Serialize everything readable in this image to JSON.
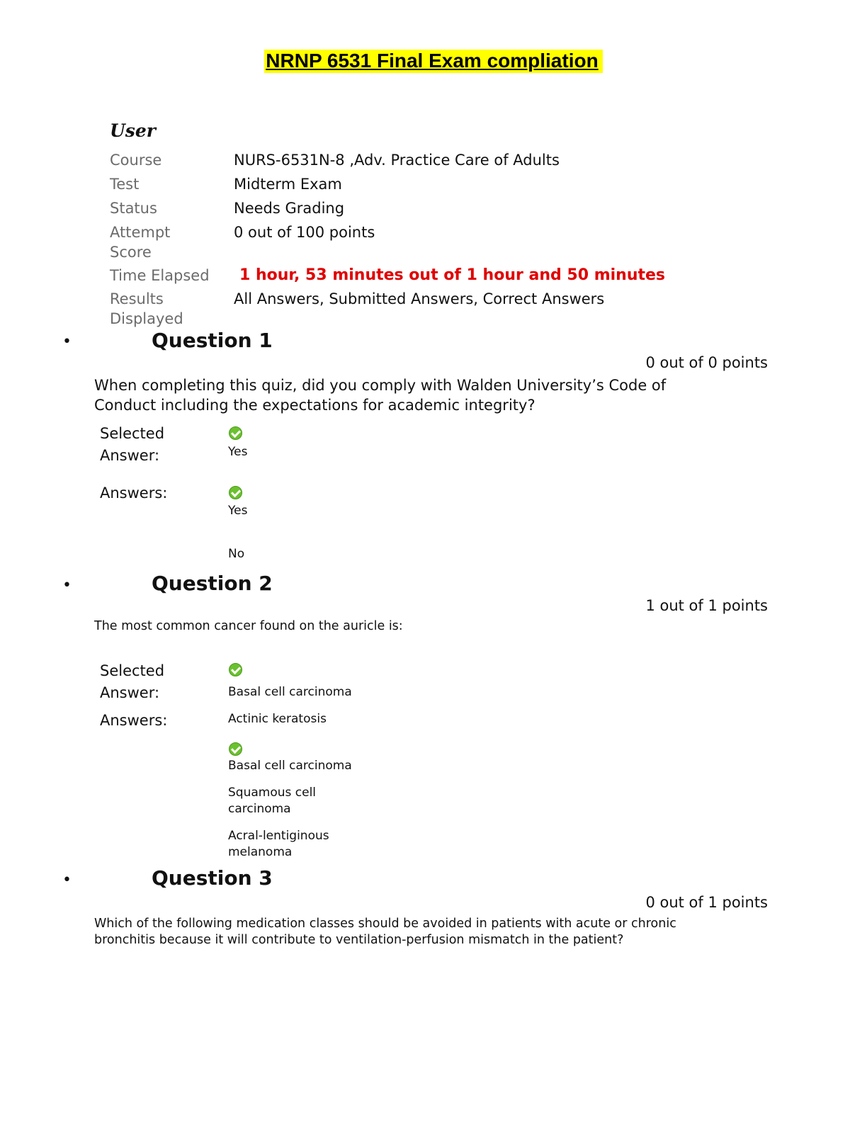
{
  "title": "NRNP 6531 Final Exam compliation",
  "user": {
    "heading": "User",
    "course_label": "Course",
    "course_value": "NURS-6531N-8 ,Adv. Practice Care of Adults",
    "test_label": "Test",
    "test_value": "Midterm Exam",
    "status_label": "Status",
    "status_value": "Needs Grading",
    "attempt_label": "Attempt Score",
    "attempt_value": "0 out of 100 points",
    "time_label": "Time Elapsed",
    "time_value": "1 hour, 53 minutes out of 1 hour and 50 minutes",
    "results_label": "Results Displayed",
    "results_value": "All Answers, Submitted Answers, Correct Answers"
  },
  "bullet": "•",
  "questions": [
    {
      "title": "Question 1",
      "points": "0 out of 0 points",
      "text": "When completing this quiz, did you comply with Walden University’s Code of Conduct including the expectations for academic integrity?",
      "selected_label": "Selected Answer:",
      "selected_answer": "Yes",
      "answers_label": "Answers:",
      "answers": [
        "Yes",
        "No"
      ]
    },
    {
      "title": "Question 2",
      "points": "1 out of 1 points",
      "text": "The most common cancer found on the auricle is:",
      "selected_label": "Selected Answer:",
      "selected_answer": "Basal cell carcinoma",
      "answers_label": "Answers:",
      "answers": [
        "Actinic keratosis",
        "Basal cell carcinoma",
        "Squamous cell carcinoma",
        "Acral-lentiginous melanoma"
      ]
    },
    {
      "title": "Question 3",
      "points": "0 out of 1 points",
      "text": "Which of the following medication classes should be avoided in patients with acute or chronic bronchitis because it will contribute to ventilation-perfusion mismatch in the patient?"
    }
  ],
  "icons": {
    "correct": "check-circle-icon",
    "correct_color": "#6cc12f",
    "highlight_color": "#ffff00",
    "time_color": "#e00000"
  }
}
